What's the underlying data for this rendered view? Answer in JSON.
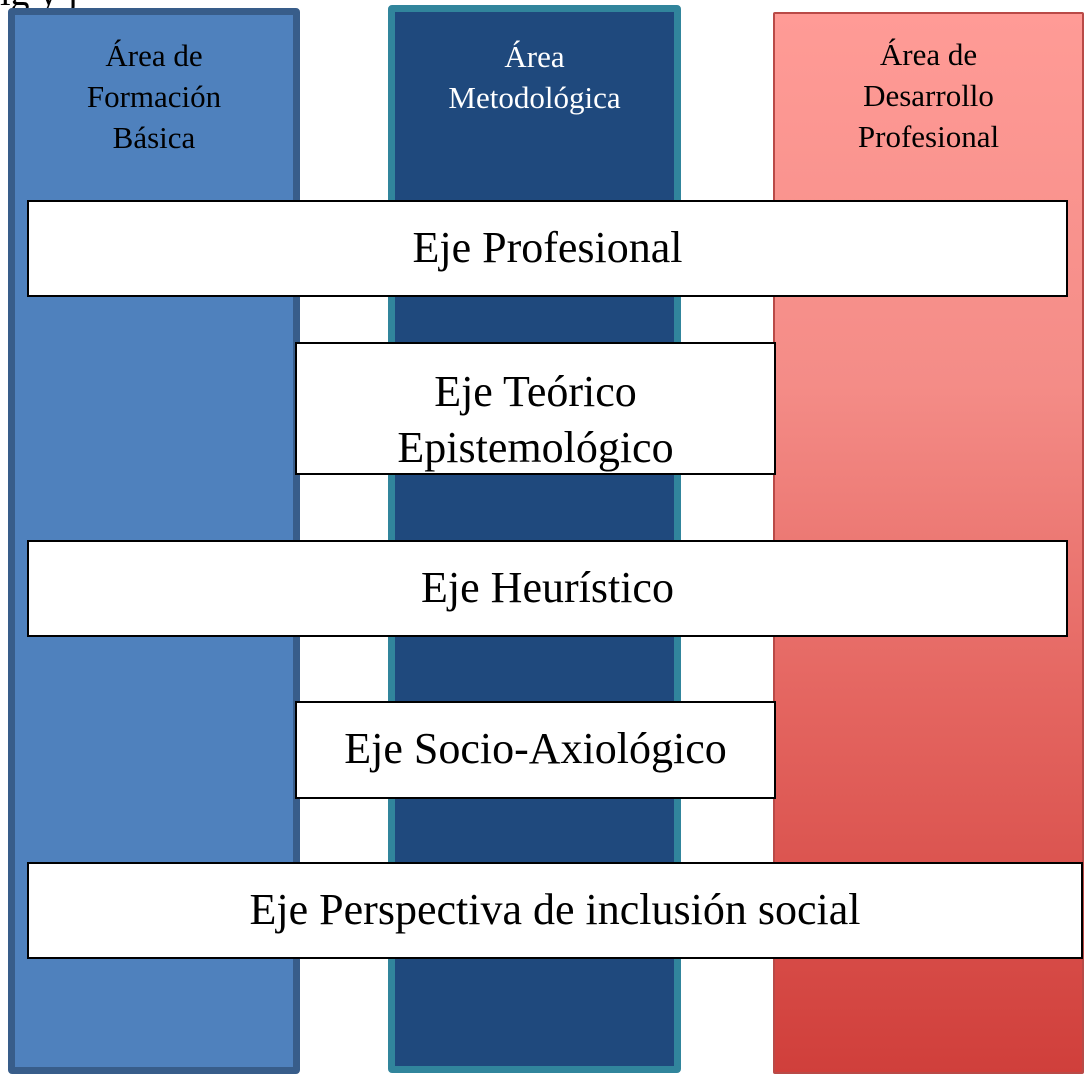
{
  "caption_fragment": "ig  y j",
  "areas": [
    {
      "label": "Área de\nFormación\nBásica",
      "color": "#4f81bd"
    },
    {
      "label": "Área\nMetodológica",
      "color": "#1f497d"
    },
    {
      "label": "Área de\nDesarrollo\nProfesional",
      "color": "#e46560"
    }
  ],
  "axes": [
    {
      "label": "Eje Profesional"
    },
    {
      "label": "Eje Teórico Epistemológico"
    },
    {
      "label": "Eje Heurístico"
    },
    {
      "label": "Eje Socio-Axiológico"
    },
    {
      "label": "Eje Perspectiva de inclusión social"
    }
  ]
}
